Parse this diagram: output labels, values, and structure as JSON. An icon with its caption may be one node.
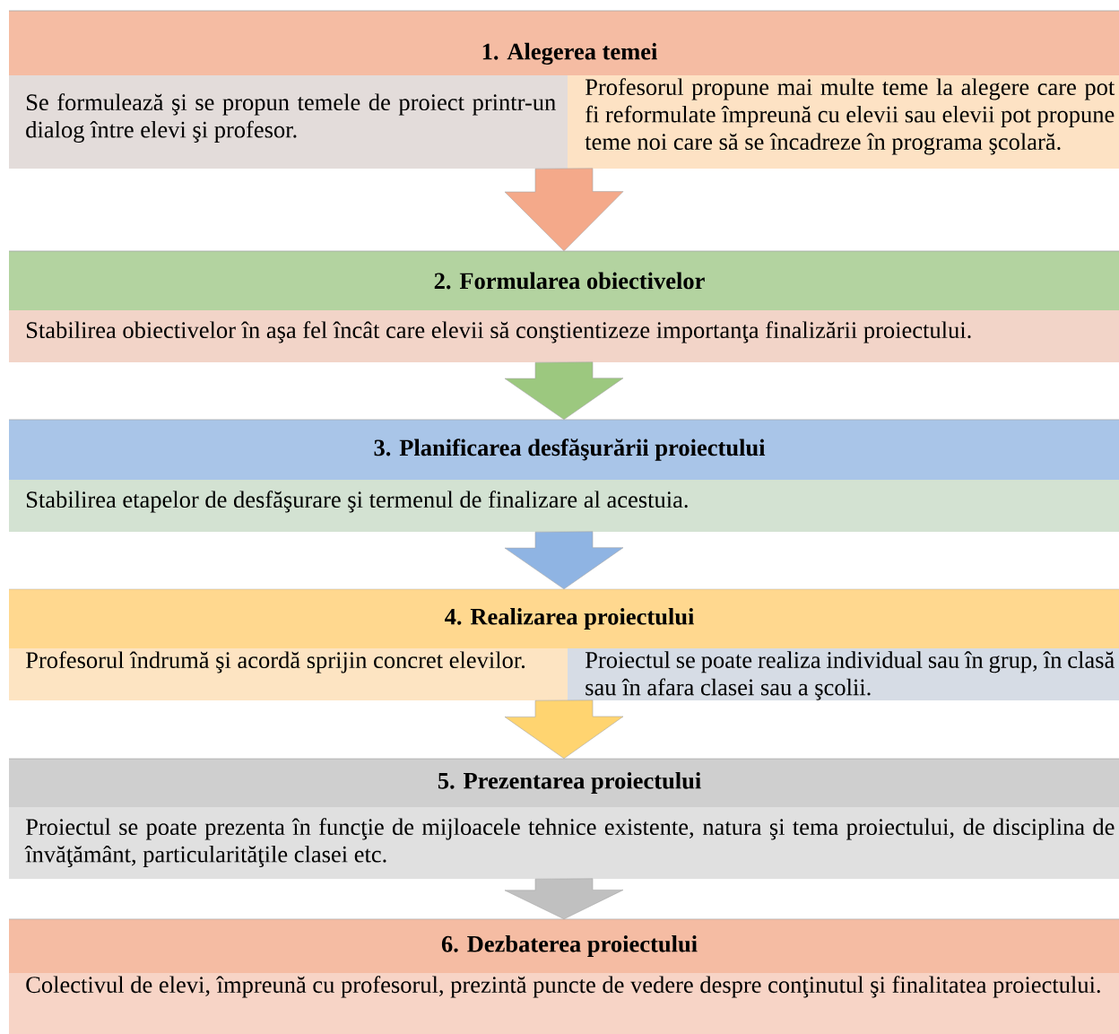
{
  "diagram": {
    "nodes": [
      {
        "text": [
          "1. Alegerea temei",
          "Se formulează şi se propun temele de proiect printr-un dialog între elevi şi profesor.",
          "Profesorul propune mai multe teme la alegere care pot fi reformulate împreună cu elevii sau elevii pot propune teme noi care să se încadreze în programa şcolară."
        ]
      },
      {
        "text": [
          "2. Formularea obiectivelor",
          "Stabilirea obiectivelor în aşa fel încât care elevii să conştientizeze importanţa finalizării proiectului."
        ]
      },
      {
        "text": [
          "3. Planificarea desfăşurării proiectului",
          "Stabilirea etapelor de desfăşurare şi termenul de finalizare al acestuia."
        ]
      },
      {
        "text": [
          "4. Realizarea proiectului",
          "Profesorul îndrumă şi acordă sprijin concret elevilor.",
          "Proiectul se poate realiza individual sau în grup, în clasă sau în afara clasei sau a şcolii."
        ]
      },
      {
        "text": [
          "5. Prezentarea proiectului",
          "Proiectul se poate prezenta în funcţie de mijloacele tehnice existente, natura şi tema proiectului, de disciplina de învăţământ, particularităţile clasei etc."
        ]
      },
      {
        "text": [
          "6. Dezbaterea proiectului",
          "Colectivul de elevi, împreună cu profesorul, prezintă puncte de vedere despre conţinutul şi finalitatea proiectului."
        ]
      }
    ],
    "edges": [
      {
        "from": 0,
        "to": 1,
        "arrow": "to",
        "color": "#f4a98a"
      },
      {
        "from": 1,
        "to": 2,
        "arrow": "to",
        "color": "#9cc87f"
      },
      {
        "from": 2,
        "to": 3,
        "arrow": "to",
        "color": "#8fb4e3"
      },
      {
        "from": 3,
        "to": 4,
        "arrow": "to",
        "color": "#ffd470"
      },
      {
        "from": 4,
        "to": 5,
        "arrow": "to",
        "color": "#c0c0c0"
      }
    ]
  }
}
